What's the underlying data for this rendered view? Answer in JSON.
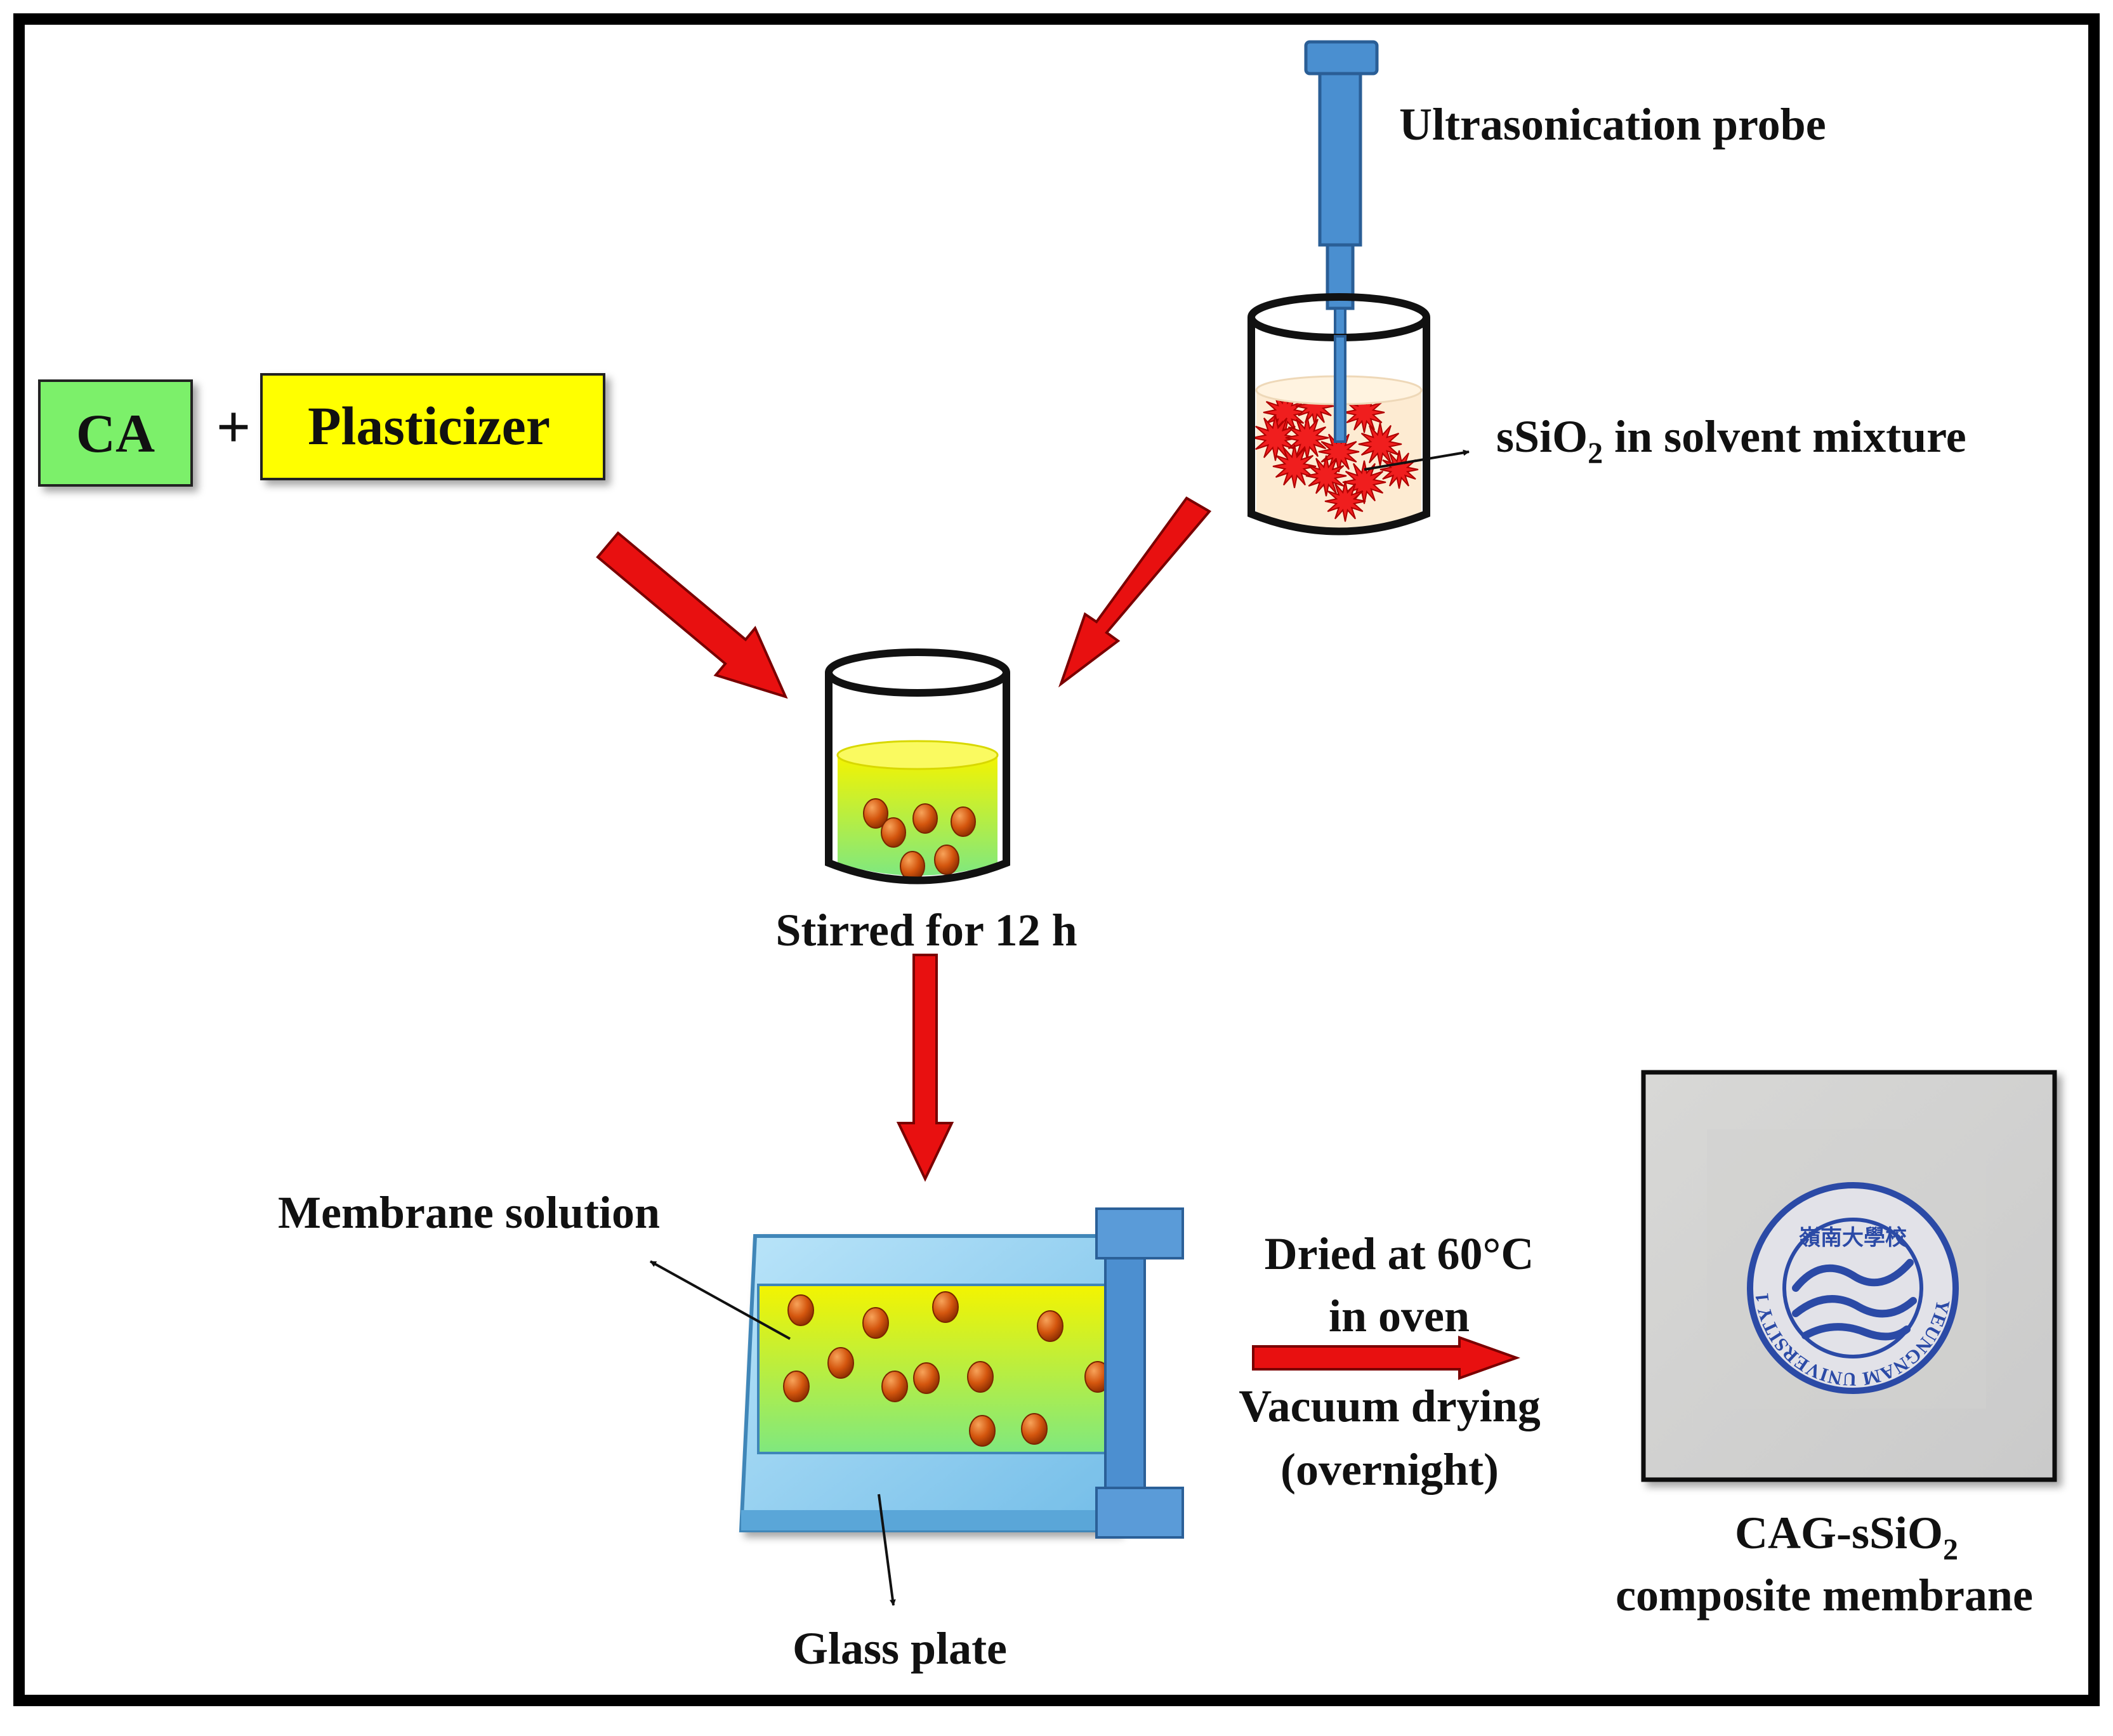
{
  "labels": {
    "ca": "CA",
    "plus": "+",
    "plasticizer": "Plasticizer",
    "ultrasonication_probe": "Ultrasonication probe",
    "ssio2_prefix": "sSiO",
    "ssio2_sub": "2",
    "ssio2_suffix": " in solvent mixture",
    "stirred": "Stirred for 12 h",
    "membrane_solution": "Membrane solution",
    "glass_plate": "Glass plate",
    "dried_line1": "Dried at 60°C",
    "dried_line2": "in oven",
    "vacuum_line1": "Vacuum drying",
    "vacuum_line2": "(overnight)",
    "product_prefix": "CAG-sSiO",
    "product_sub": "2",
    "product_line2": "composite membrane"
  },
  "seal": {
    "ring_text": "YEUNGNAM UNIVERSITY 1947",
    "center_text": "嶺南大學校"
  },
  "colors": {
    "ca_box": "#7CF06A",
    "plasticizer_box": "#FFFF00",
    "arrow_red": "#E81010",
    "probe_blue": "#4A8FD0",
    "solution_yellow": "#F2F200",
    "solution_green": "#7FE87F",
    "particle": "#C8460A",
    "star_red": "#F01E1E",
    "plate_blue": "#8CCEF2",
    "clamp_blue": "#4C8FD0",
    "seal_blue": "#2B4AA6"
  }
}
